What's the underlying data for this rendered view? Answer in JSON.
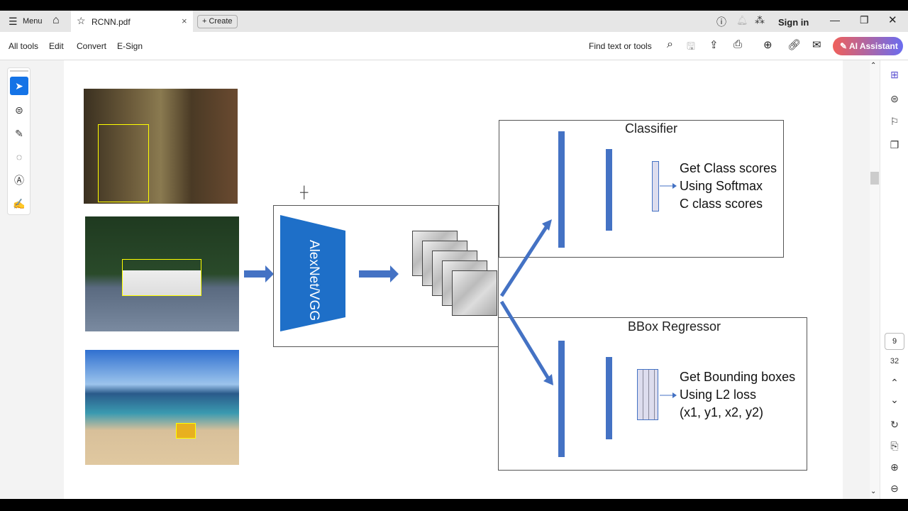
{
  "tabbar": {
    "menu": "Menu",
    "tab_title": "RCNN.pdf",
    "create": "Create",
    "sign_in": "Sign in"
  },
  "toolbar": {
    "items": [
      "All tools",
      "Edit",
      "Convert",
      "E-Sign"
    ],
    "find": "Find text or tools",
    "ai": "AI Assistant"
  },
  "diagram": {
    "network": "AlexNet/VGG",
    "classifier_title": "Classifier",
    "classifier_lines": [
      "Get Class scores",
      "Using Softmax",
      "C class scores"
    ],
    "bbox_title": "BBox Regressor",
    "bbox_lines": [
      "Get Bounding boxes",
      "Using L2 loss",
      "(x1, y1, x2, y2)"
    ]
  },
  "pagenav": {
    "current": "9",
    "total": "32"
  },
  "colors": {
    "accent": "#4472c4",
    "ai_start": "#f0605a",
    "ai_end": "#6a6cf0"
  }
}
